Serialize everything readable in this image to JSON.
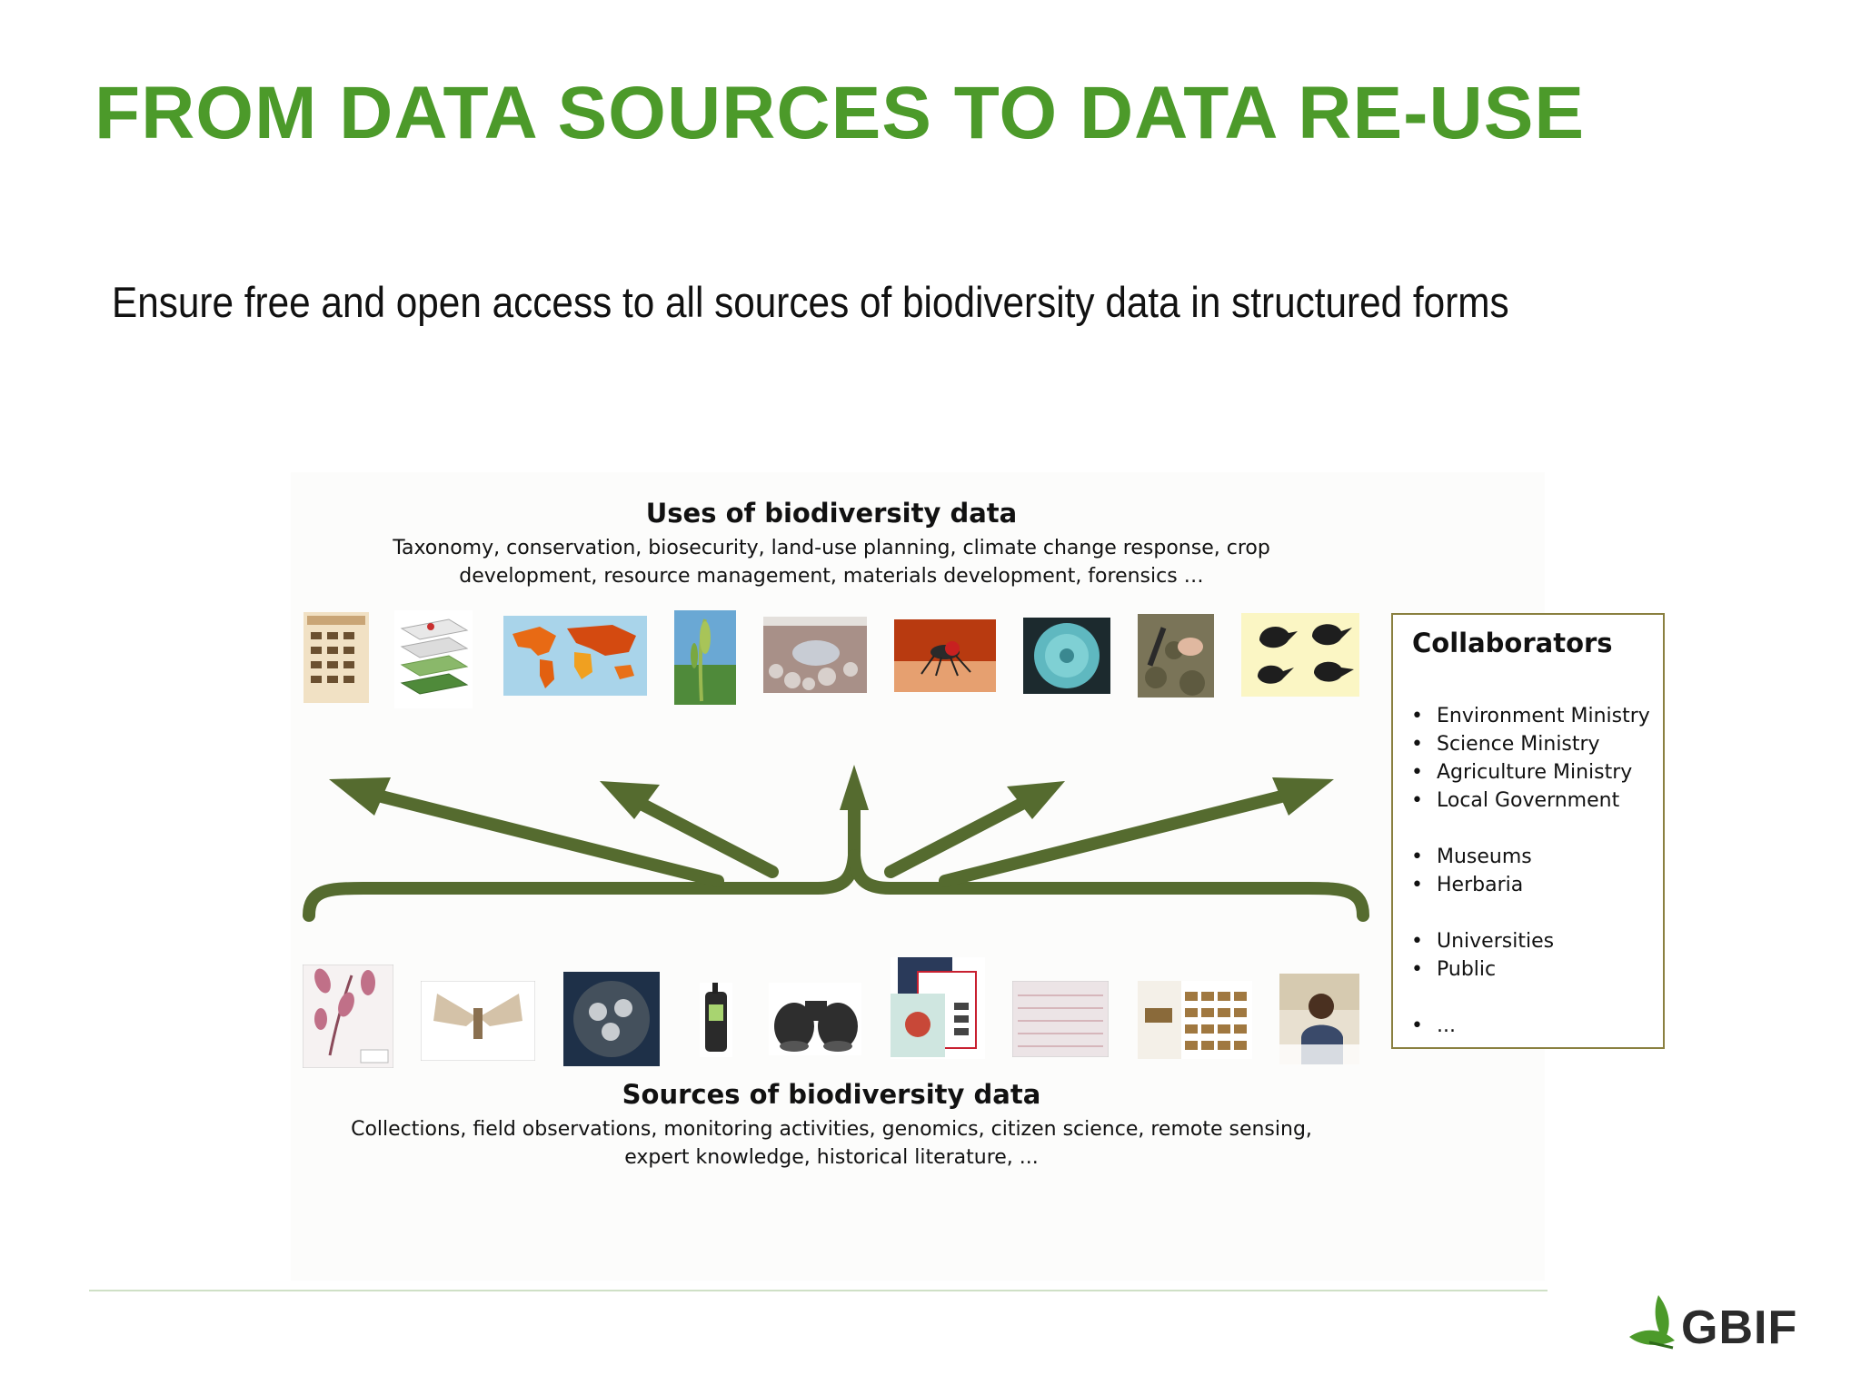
{
  "slide": {
    "title": "FROM DATA SOURCES TO DATA RE-USE",
    "subtitle": "Ensure free and open access to all sources of biodiversity data in structured forms"
  },
  "uses": {
    "heading": "Uses of biodiversity data",
    "description": "Taxonomy, conservation, biosecurity, land-use planning, climate change response, crop development, resource management, materials development, forensics …"
  },
  "sources": {
    "heading": "Sources of biodiversity data",
    "description": "Collections, field observations, monitoring activities, genomics, citizen science, remote sensing, expert knowledge, historical literature, ..."
  },
  "collaborators": {
    "title": "Collaborators",
    "items": [
      "Environment Ministry",
      "Science Ministry",
      "Agriculture Ministry",
      "Local Government",
      "Museums",
      "Herbaria",
      "Universities",
      "Public",
      "..."
    ]
  },
  "logo": {
    "text": "GBIF"
  },
  "colors": {
    "title_green": "#4c9a2a",
    "arrow_green": "#556b2f",
    "box_border": "#8a8040"
  }
}
